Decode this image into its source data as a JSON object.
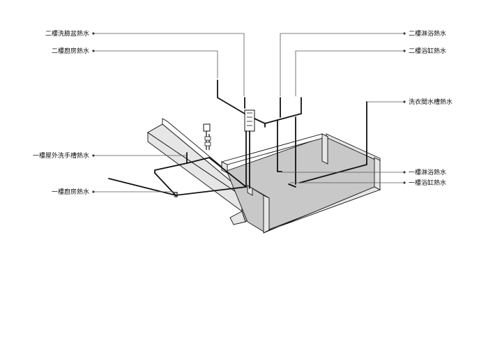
{
  "labels": {
    "l2_basin": "二樓洗臉盆熱水",
    "l2_kitchen": "二樓廚房熱水",
    "l1_outdoor_sink": "一樓屋外洗手槽熱水",
    "l1_kitchen": "一樓廚房熱水",
    "l2_shower": "二樓淋浴熱水",
    "l2_bathtub": "二樓浴缸熱水",
    "laundry_sink": "洗衣間水槽熱水",
    "l1_shower": "一樓淋浴熱水",
    "l1_bathtub": "一樓浴缸熱水"
  },
  "colors": {
    "pipe": "#111111",
    "leader": "#555555",
    "floor": "#c8c8c8",
    "wall_side": "#e6e6e6",
    "wall_dark": "#b9b9b9"
  }
}
